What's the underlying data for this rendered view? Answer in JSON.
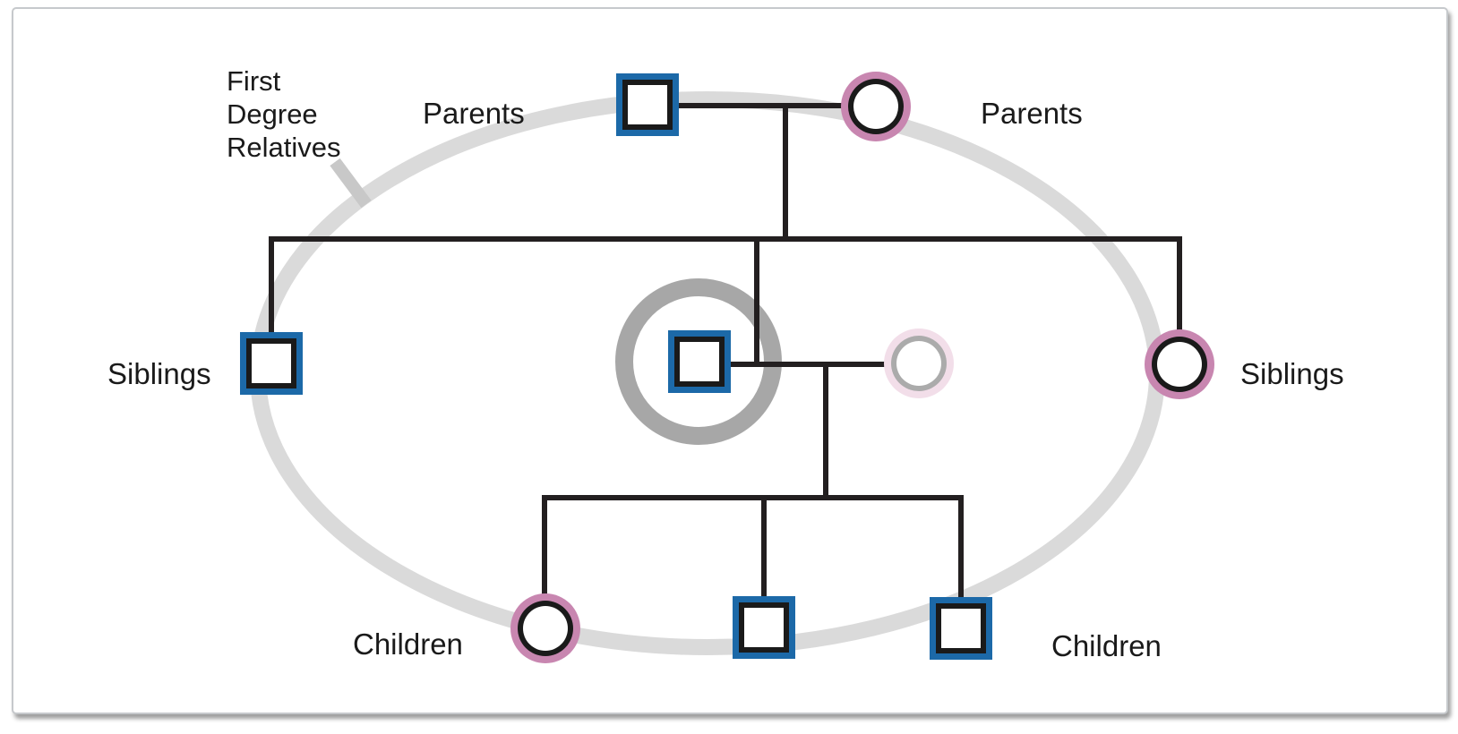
{
  "diagram": {
    "annotation": {
      "line1": "First",
      "line2": "Degree",
      "line3": "Relatives"
    },
    "labels": {
      "parents_left": "Parents",
      "parents_right": "Parents",
      "siblings_left": "Siblings",
      "siblings_right": "Siblings",
      "children_left": "Children",
      "children_right": "Children"
    },
    "colors": {
      "male_outline": "#1c69a8",
      "female_outline": "#c886b0",
      "symbol_stroke": "#1a1a1a",
      "connector": "#231f20",
      "scope_ellipse": "#dadada",
      "pointer_tick": "#c8c8c8",
      "proband_ring": "#a7a7a7",
      "faded_female_outline": "#f2dee9",
      "faded_female_stroke": "#ababab"
    }
  }
}
